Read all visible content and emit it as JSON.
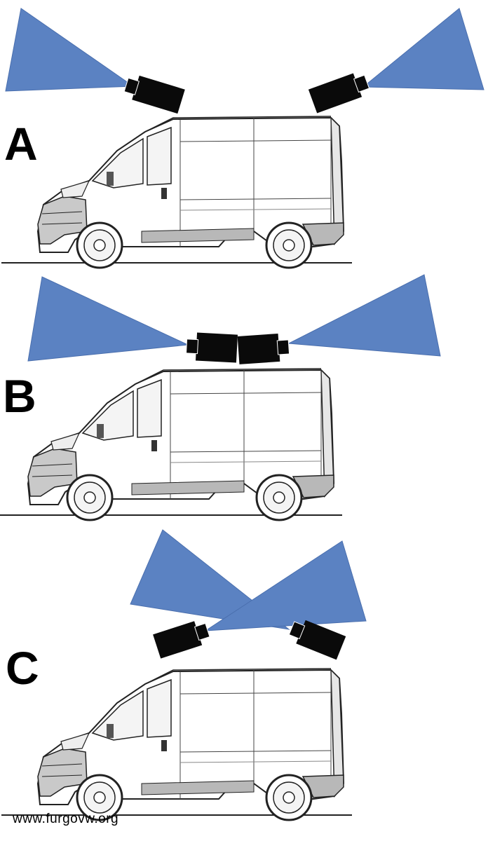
{
  "panels": [
    {
      "label": "A"
    },
    {
      "label": "B"
    },
    {
      "label": "C"
    }
  ],
  "colors": {
    "beam": "#5b82c2",
    "beam_stroke": "#4a6fae",
    "camera": "#0a0a0a",
    "line": "#222222",
    "panel_gray": "#b8b8b8"
  },
  "icons": [
    "camera-icon",
    "van-icon",
    "field-of-view-cone"
  ],
  "watermark": "www.furgovw.org"
}
